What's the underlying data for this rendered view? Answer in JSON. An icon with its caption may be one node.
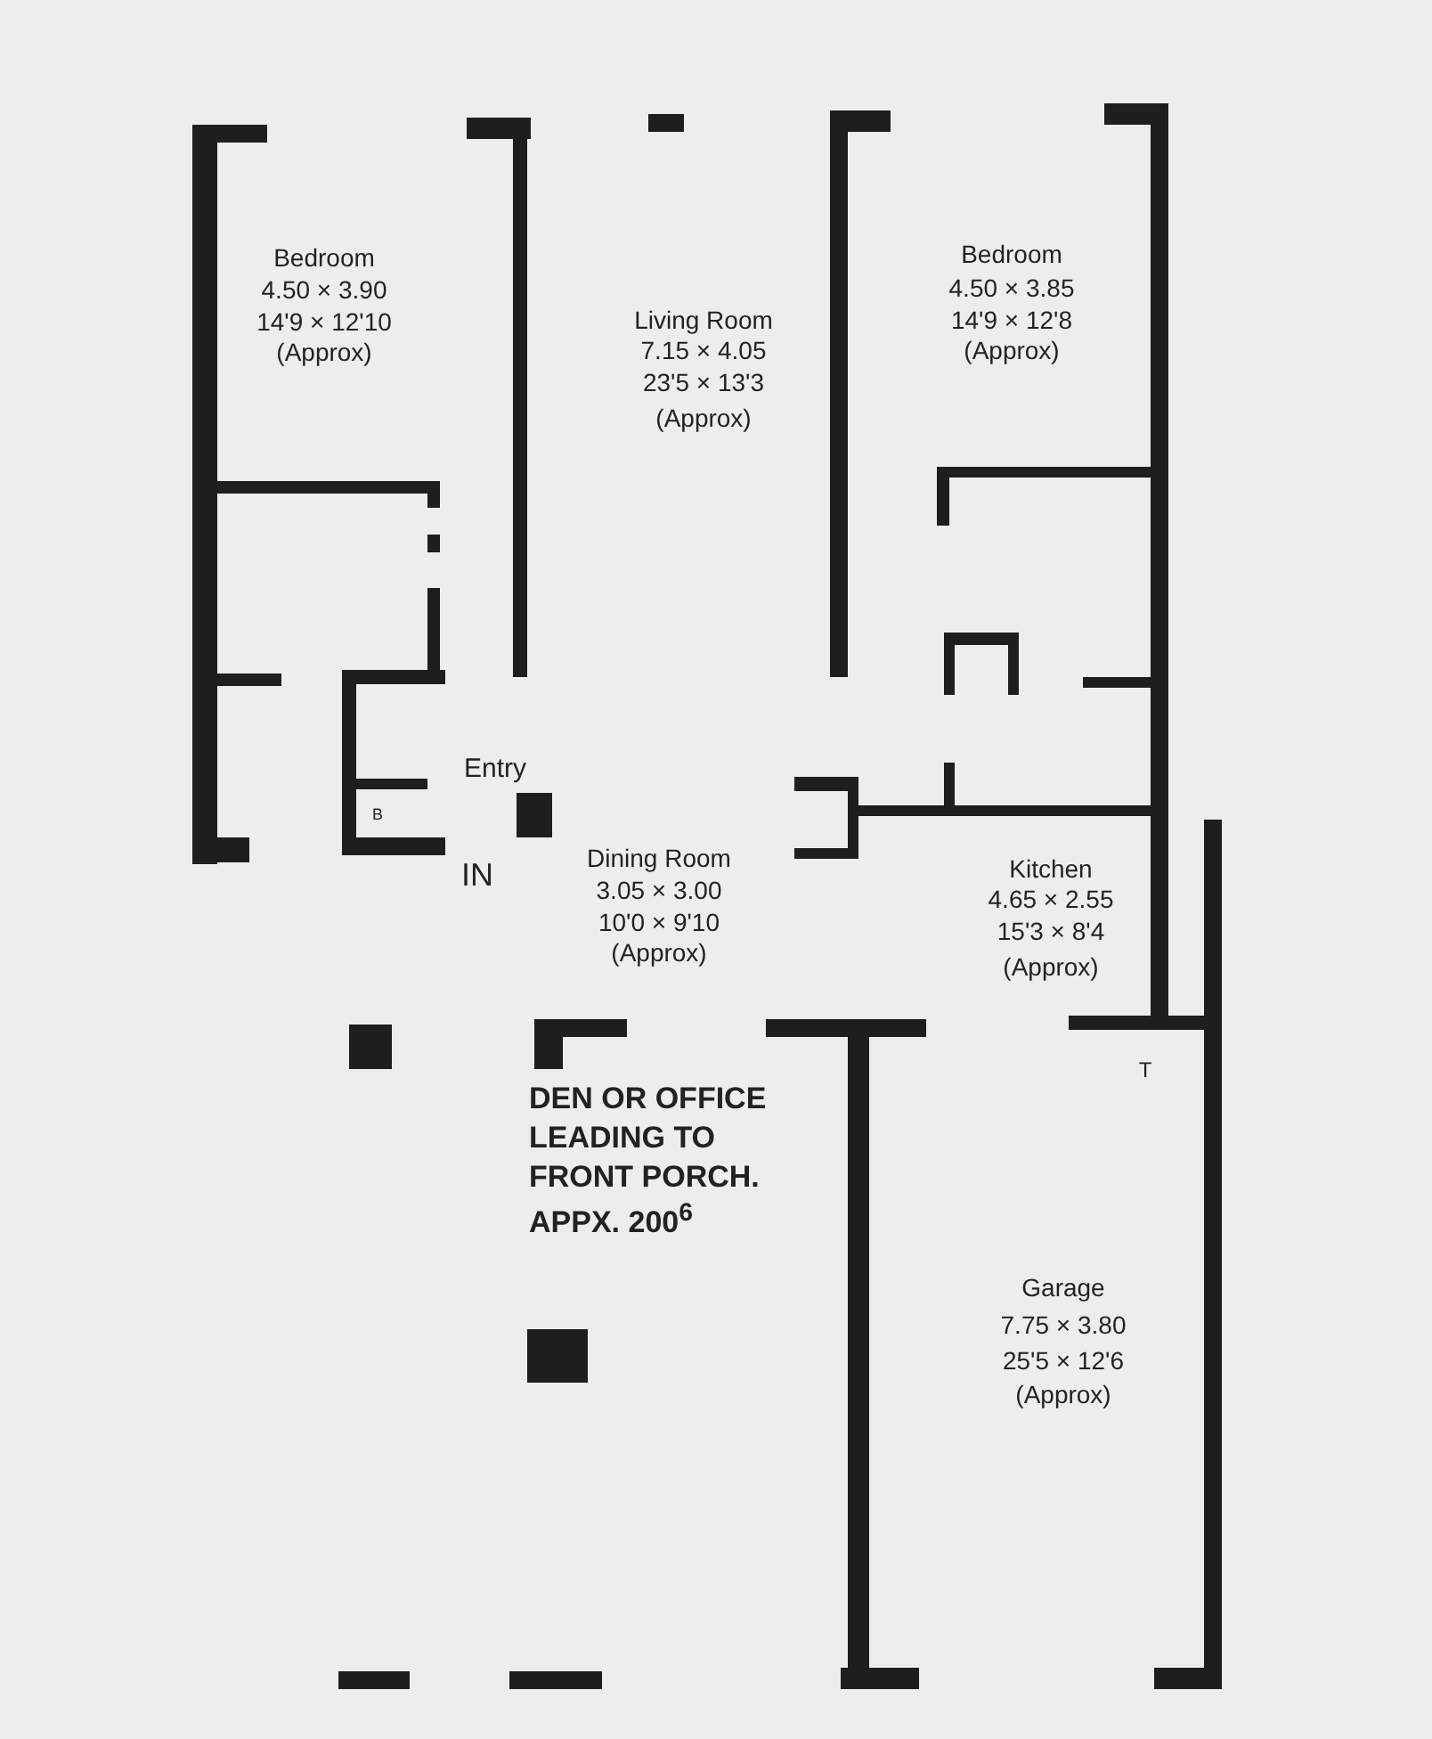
{
  "diagram": {
    "labels": [
      "Bedroom",
      "4.50 × 3.90",
      "14'9 × 12'10",
      "(Approx)",
      "Living Room",
      "7.15 × 4.05",
      "23'5 × 13'3",
      "(Approx)",
      "Bedroom",
      "4.50 × 3.85",
      "14'9 × 12'8",
      "(Approx)",
      "Entry",
      "B",
      "IN",
      "Dining Room",
      "3.05 × 3.00",
      "10'0 × 9'10",
      "(Approx)",
      "Kitchen",
      "4.65 × 2.55",
      "15'3 × 8'4",
      "(Approx)",
      "T",
      "DEN OR OFFICE LEADING TO FRONT PORCH. APPX. 200$^{6}$",
      "Garage",
      "7.75 × 3.80",
      "25'5 × 12'6",
      "(Approx)"
    ]
  }
}
